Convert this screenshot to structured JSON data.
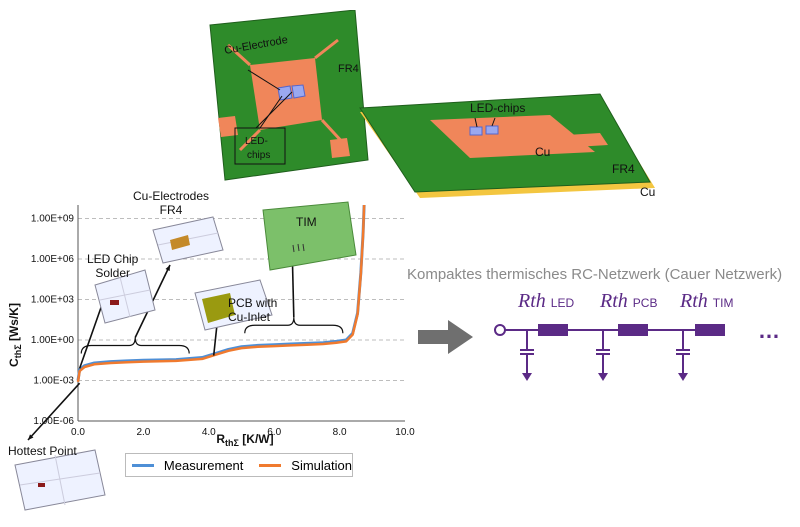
{
  "top_left_board": {
    "label_electrode": "Cu-Electrode",
    "label_fr4": "FR4",
    "label_chips": "LED-\nchips"
  },
  "top_right_board": {
    "label_chips": "LED-chips",
    "label_cu": "Cu",
    "label_fr4": "FR4",
    "label_cu_bottom": "Cu"
  },
  "chart_data": {
    "type": "line",
    "xlabel": "R_thΣ [K/W]",
    "ylabel": "C_thΣ [Ws/K]",
    "x_ticks": [
      "0.0",
      "2.0",
      "4.0",
      "6.0",
      "8.0",
      "10.0"
    ],
    "y_ticks": [
      "1.00E-06",
      "1.00E-03",
      "1.00E+00",
      "1.00E+03",
      "1.00E+06",
      "1.00E+09"
    ],
    "xlim": [
      0,
      10
    ],
    "ylim_log10": [
      -6,
      10
    ],
    "log_y": true,
    "grid": true,
    "legend_position": "bottom",
    "series": [
      {
        "name": "Measurement",
        "color": "#4e8fd6",
        "x": [
          0.0,
          0.05,
          0.2,
          0.5,
          1.0,
          1.5,
          2.0,
          3.0,
          3.8,
          4.2,
          4.6,
          5.0,
          5.5,
          6.0,
          6.5,
          7.0,
          7.5,
          7.9,
          8.2,
          8.4,
          8.55,
          8.65,
          8.72,
          8.75
        ],
        "y": [
          -3.0,
          -2.2,
          -1.9,
          -1.7,
          -1.6,
          -1.55,
          -1.5,
          -1.45,
          -1.3,
          -1.0,
          -0.7,
          -0.5,
          -0.4,
          -0.35,
          -0.3,
          -0.25,
          -0.2,
          -0.1,
          0.0,
          0.5,
          2.0,
          5.0,
          8.0,
          10.0
        ]
      },
      {
        "name": "Simulation",
        "color": "#f07a2e",
        "x": [
          0.0,
          0.05,
          0.2,
          0.5,
          1.0,
          1.5,
          2.0,
          3.0,
          3.8,
          4.2,
          4.6,
          5.0,
          5.5,
          6.0,
          6.5,
          7.0,
          7.5,
          7.9,
          8.2,
          8.4,
          8.55,
          8.65,
          8.72,
          8.75
        ],
        "y": [
          -3.1,
          -2.3,
          -2.0,
          -1.8,
          -1.7,
          -1.65,
          -1.6,
          -1.55,
          -1.4,
          -1.1,
          -0.8,
          -0.6,
          -0.5,
          -0.45,
          -0.4,
          -0.35,
          -0.3,
          -0.2,
          -0.1,
          0.4,
          1.9,
          4.9,
          7.9,
          10.0
        ]
      }
    ],
    "annotations": {
      "led_chip_solder": "LED Chip\nSolder",
      "cu_electrodes_fr4": "Cu-Electrodes\nFR4",
      "tim": "TIM",
      "pcb": "PCB with\nCu-Inlet",
      "hottest_point": "Hottest Point"
    }
  },
  "rc_network": {
    "title": "Kompaktes thermisches RC-Netzwerk (Cauer Netzwerk)",
    "elements": [
      {
        "symbol": "R",
        "sub": "th",
        "tag": "LED"
      },
      {
        "symbol": "R",
        "sub": "th",
        "tag": "PCB"
      },
      {
        "symbol": "R",
        "sub": "th",
        "tag": "TIM"
      }
    ],
    "ellipsis": "…",
    "color": "#5b2a86"
  },
  "colors": {
    "pcb_green": "#2e8b2a",
    "copper": "#f0865a",
    "chip": "#9aa8f0",
    "arrow_gray": "#6f6f6f"
  }
}
